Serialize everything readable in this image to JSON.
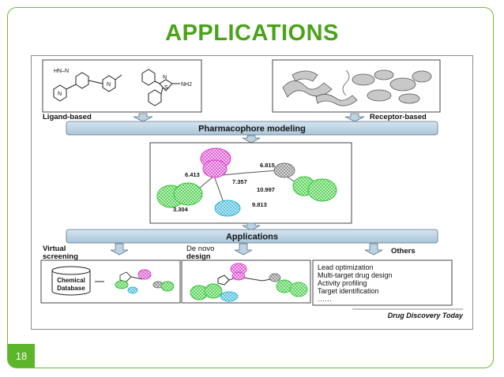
{
  "slide": {
    "title": "APPLICATIONS",
    "number": "18"
  },
  "figure": {
    "ligand_label": "Ligand-based",
    "receptor_label": "Receptor-based",
    "banner_top": "Pharmacophore modeling",
    "banner_bottom": "Applications",
    "molecule_text": [
      "HN–N",
      "N",
      "N",
      "N",
      "S",
      "NH2"
    ],
    "distances": [
      "6.413",
      "6.815",
      "7.357",
      "10.997",
      "3.304",
      "9.813"
    ],
    "left_column_label": [
      "Virtual",
      "screening"
    ],
    "middle_column_label": [
      "De novo",
      "design"
    ],
    "right_column_label": "Others",
    "database_label": [
      "Chemical",
      "Database"
    ],
    "others_list": [
      "Lead optimization",
      "Multi-target drug design",
      "Activity profiling",
      "Target identification",
      "……"
    ],
    "source": "Drug Discovery Today"
  },
  "colors": {
    "accent_green": "#4aa319",
    "banner_fill": "#bcd3e3",
    "sphere_magenta": "#d63cc8",
    "sphere_green": "#3fcf3f",
    "sphere_cyan": "#35b8d8",
    "sphere_grey": "#777777"
  }
}
